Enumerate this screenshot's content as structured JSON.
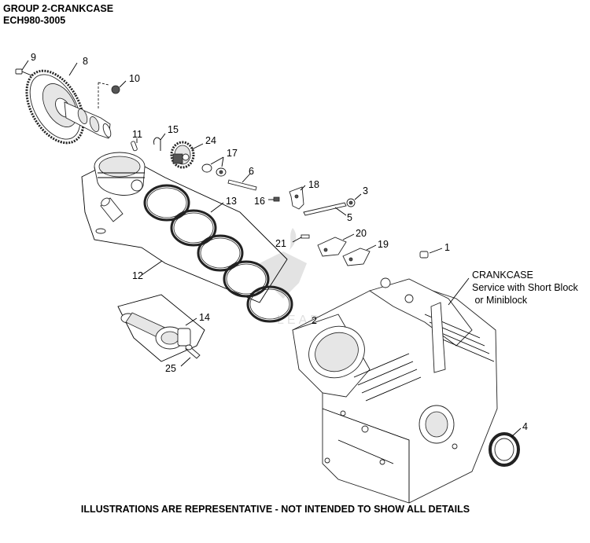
{
  "header": {
    "group": "GROUP 2-CRANKCASE",
    "model": "ECH980-3005"
  },
  "crankcase_note": {
    "title": "CRANKCASE",
    "line1": "Service with Short Block",
    "line2": " or Miniblock"
  },
  "watermark": "LEADVENTURE",
  "callouts": [
    "1",
    "2",
    "3",
    "4",
    "5",
    "6",
    "8",
    "9",
    "10",
    "11",
    "12",
    "13",
    "14",
    "15",
    "16",
    "17",
    "18",
    "19",
    "20",
    "21",
    "24",
    "25"
  ],
  "footer": "ILLUSTRATIONS ARE REPRESENTATIVE - NOT INTENDED TO SHOW ALL DETAILS"
}
